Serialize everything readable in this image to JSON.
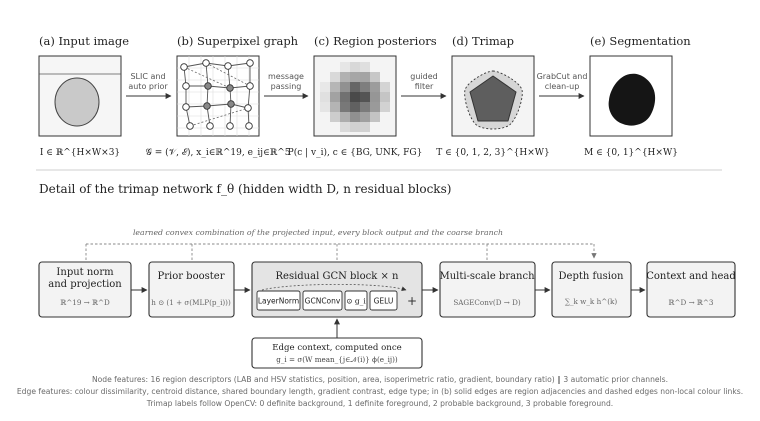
{
  "pipeline": {
    "stages": [
      {
        "title": "(a)  Input image",
        "caption": "I ∈ ℝ^{H×W×3}"
      },
      {
        "title": "(b)  Superpixel graph",
        "caption": "𝒢 = (𝒱, ℰ), x_i∈ℝ^19, e_ij∈ℝ^5"
      },
      {
        "title": "(c)  Region posteriors",
        "caption": "P(c | v_i),  c ∈ {BG, UNK, FG}"
      },
      {
        "title": "(d)  Trimap",
        "caption": "T ∈ {0, 1, 2, 3}^{H×W}"
      },
      {
        "title": "(e)  Segmentation",
        "caption": "M ∈ {0, 1}^{H×W}"
      }
    ],
    "arrows": [
      {
        "line1": "SLIC and",
        "line2": "auto prior"
      },
      {
        "line1": "message",
        "line2": "passing"
      },
      {
        "line1": "guided",
        "line2": "filter"
      },
      {
        "line1": "GrabCut and",
        "line2": "clean-up"
      }
    ]
  },
  "detail": {
    "heading": "Detail of the trimap network f_θ (hidden width D, n residual blocks)",
    "skip_note": "learned convex combination of the projected input, every block output and the coarse branch",
    "blocks": {
      "input": {
        "title1": "Input norm",
        "title2": "and projection",
        "sub": "ℝ^19 → ℝ^D"
      },
      "prior": {
        "title": "Prior booster",
        "sub": "h ⊙ (1 + σ(MLP(p_i)))"
      },
      "gcn": {
        "title": "Residual GCN block  × n",
        "chips": [
          "LayerNorm",
          "GCNConv",
          "⊙ g_i",
          "GELU"
        ],
        "plus": "+"
      },
      "multiscale": {
        "title": "Multi-scale branch",
        "sub": "SAGEConv(D → D)"
      },
      "depth": {
        "title": "Depth fusion",
        "sub": "∑_k w_k h^(k)"
      },
      "head": {
        "title": "Context and head",
        "sub": "ℝ^D → ℝ^3"
      },
      "edge": {
        "title": "Edge context, computed once",
        "sub": "g_i = σ(W mean_{j∈𝒩(i)} ϕ(e_ij))"
      }
    }
  },
  "footnotes": [
    "Node features: 16 region descriptors (LAB and HSV statistics, position, area, isoperimetric ratio, gradient, boundary ratio) ‖ 3 automatic prior channels.",
    "Edge features: colour dissimilarity, centroid distance, shared boundary length, gradient contrast, edge type; in (b) solid edges are region adjacencies and dashed edges non-local colour links.",
    "Trimap labels follow OpenCV: 0 definite background, 1 definite foreground, 2 probable background, 3 probable foreground."
  ]
}
